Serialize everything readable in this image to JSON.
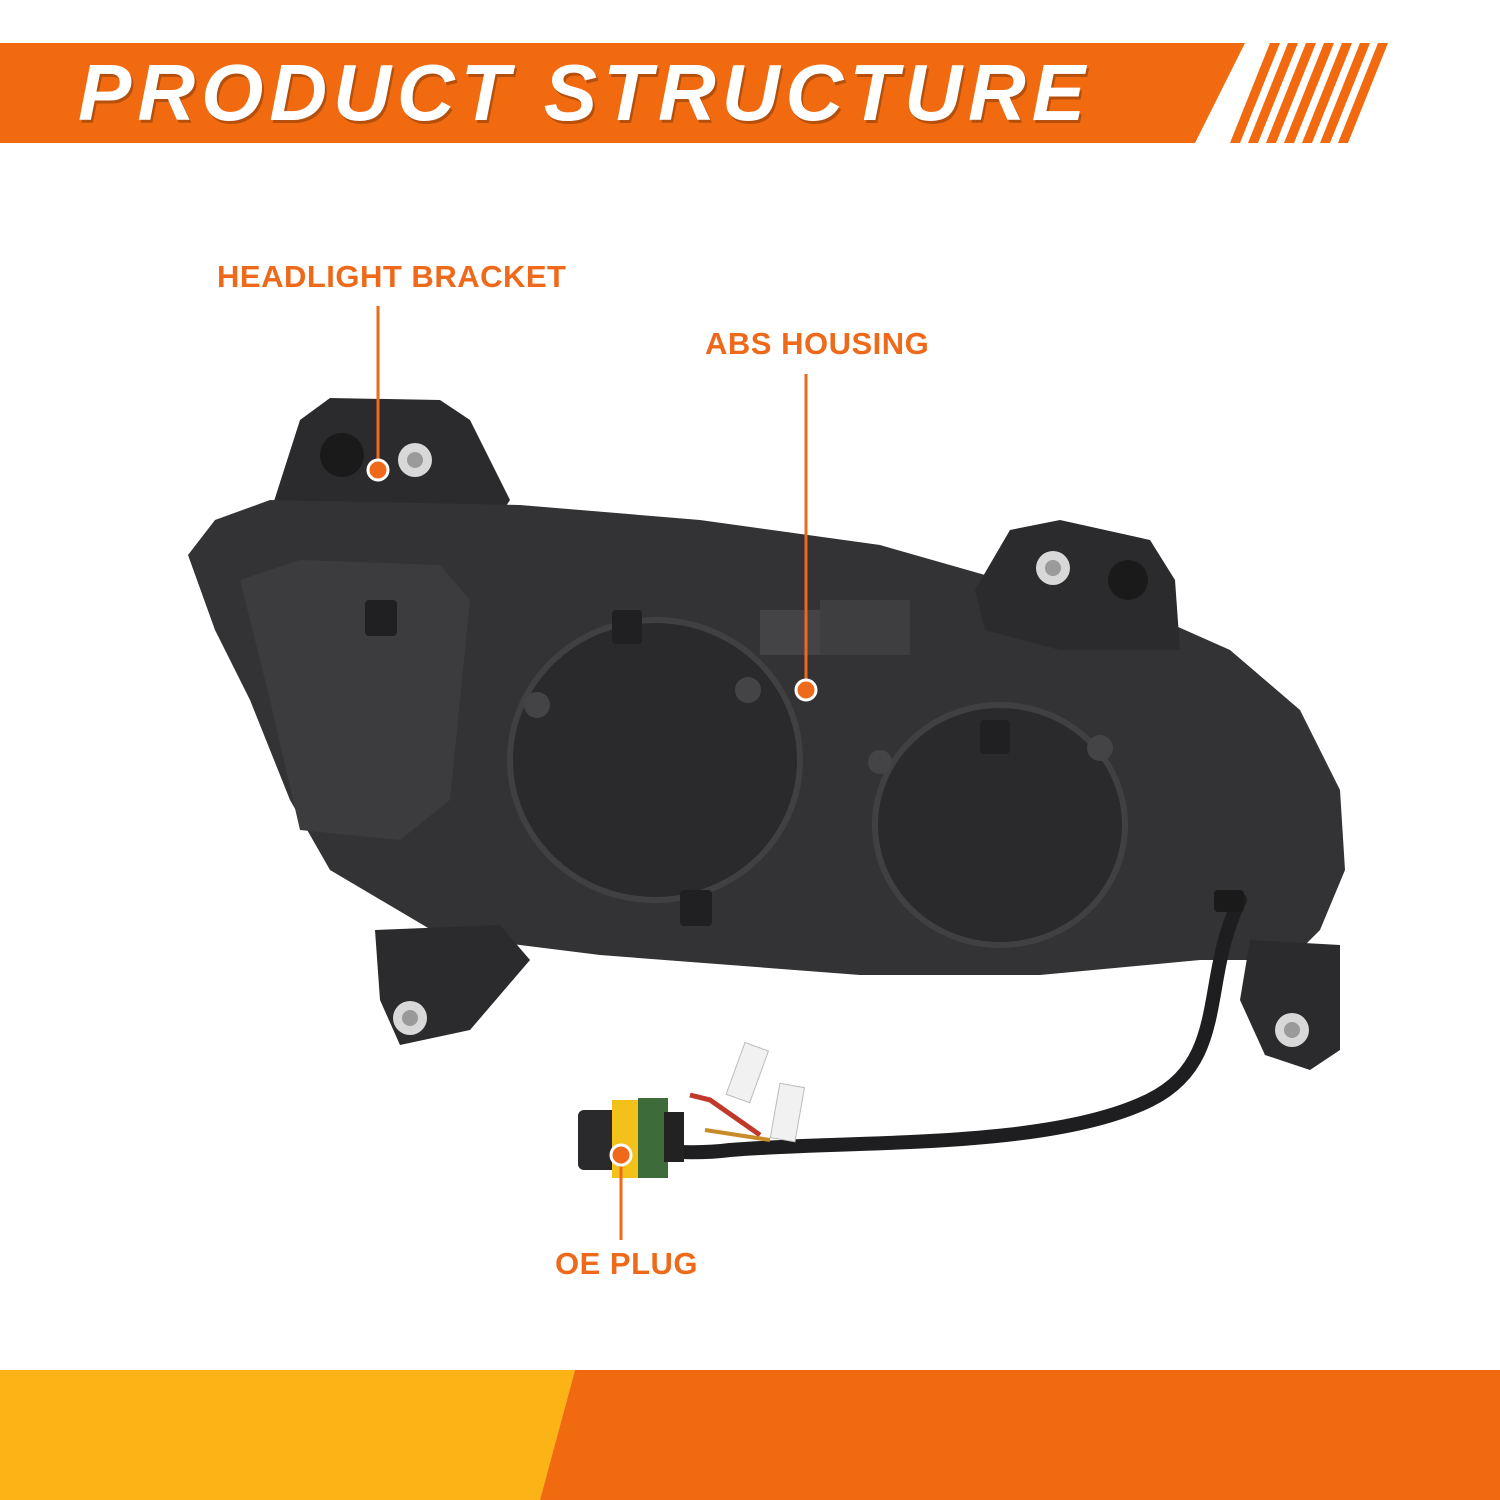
{
  "banner": {
    "title": "PRODUCT STRUCTURE"
  },
  "callouts": {
    "headlight_bracket": "HEADLIGHT BRACKET",
    "abs_housing": "ABS HOUSING",
    "oe_plug": "OE PLUG"
  },
  "colors": {
    "accent_orange": "#f26a10",
    "accent_yellow": "#fbb316",
    "label_orange": "#ee6a1a",
    "housing_dark": "#2e2e30"
  }
}
